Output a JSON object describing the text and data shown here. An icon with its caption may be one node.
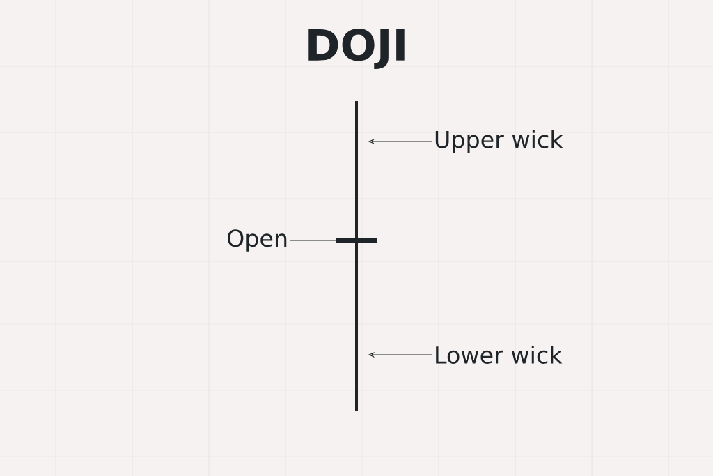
{
  "diagram": {
    "title": "DOJI",
    "nodes": [
      {
        "text": [
          "Upper wick"
        ]
      },
      {
        "text": [
          "Open"
        ]
      },
      {
        "text": [
          "Lower wick"
        ]
      },
      {
        "text": [],
        "shape": "bar"
      },
      {
        "text": [],
        "shape": "bar"
      }
    ],
    "edges": [
      {
        "from": 0,
        "to": 3,
        "arrow": "to"
      },
      {
        "from": 1,
        "to": 4,
        "arrow": "none"
      },
      {
        "from": 2,
        "to": 3,
        "arrow": "to"
      }
    ]
  }
}
